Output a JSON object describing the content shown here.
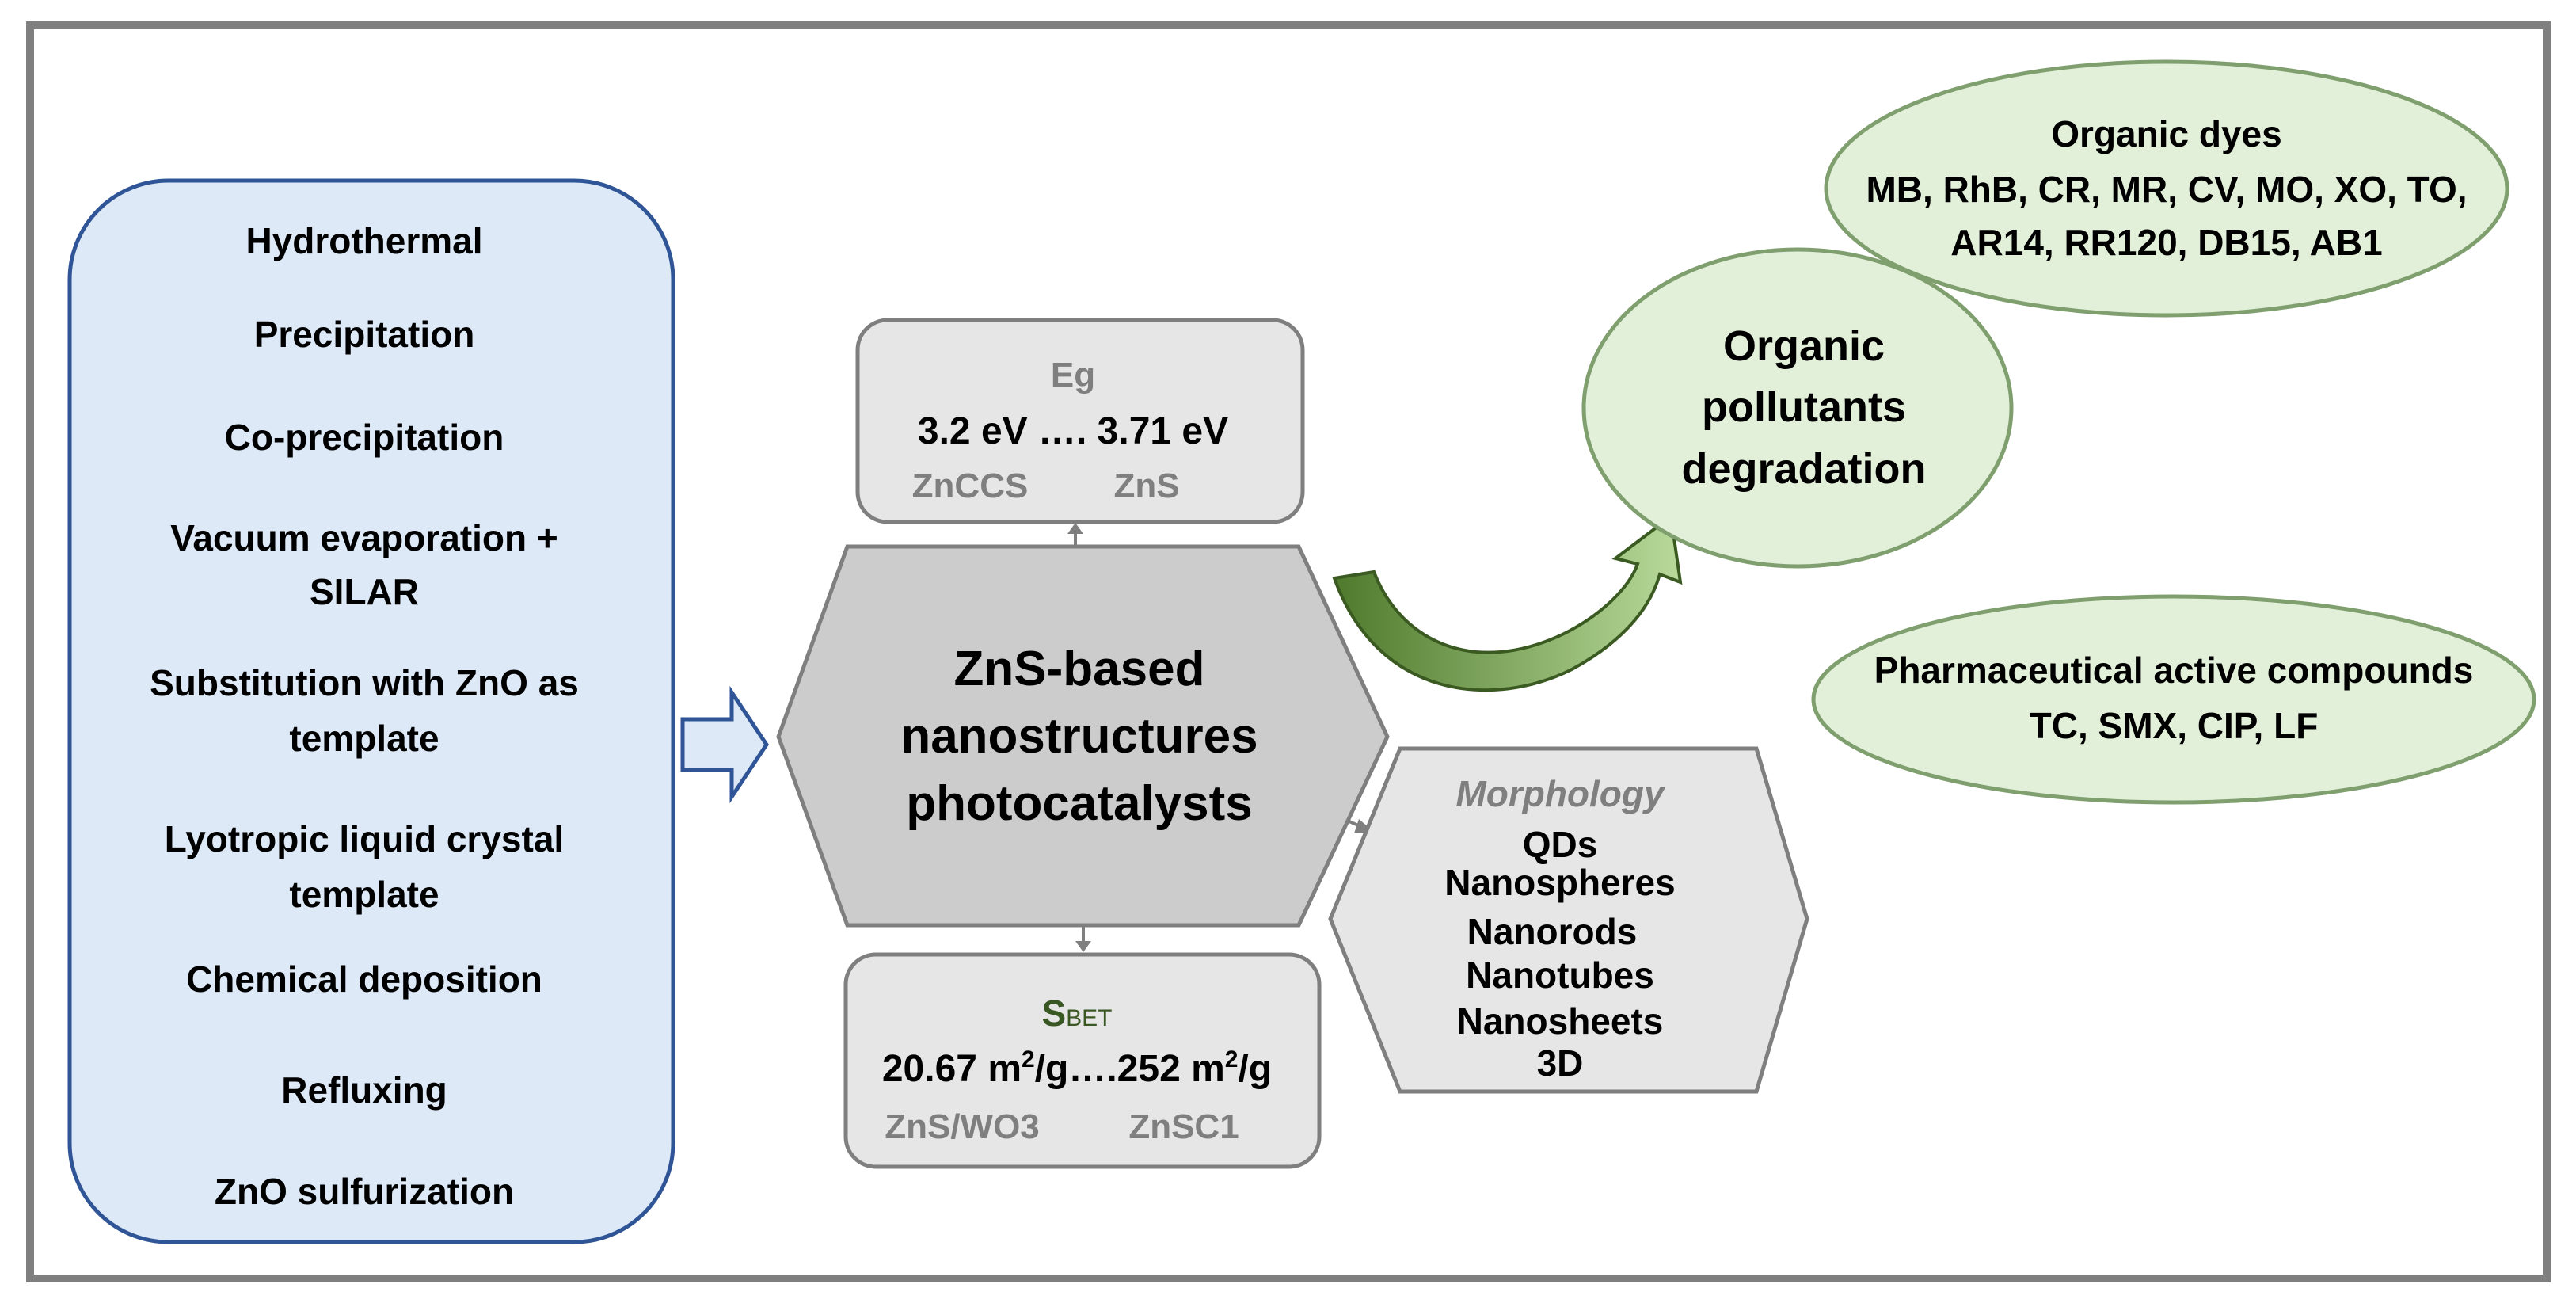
{
  "methods": {
    "items": [
      [
        "Hydrothermal"
      ],
      [
        "Precipitation"
      ],
      [
        "Co-precipitation"
      ],
      [
        "Vacuum evaporation +",
        "SILAR"
      ],
      [
        "Substitution  with ZnO as",
        "template"
      ],
      [
        "Lyotropic liquid crystal",
        "template"
      ],
      [
        "Chemical deposition"
      ],
      [
        "Refluxing"
      ],
      [
        "ZnO sulfurization"
      ]
    ]
  },
  "center": {
    "lines": [
      "ZnS-based",
      "nanostructures",
      "photocatalysts"
    ]
  },
  "eg": {
    "label": "Eg",
    "range": "3.2 eV …. 3.71 eV",
    "low_material": "ZnCCS",
    "high_material": "ZnS"
  },
  "sbet": {
    "label_main": "S",
    "label_sub": "BET",
    "range_low": "20.67 m",
    "sup1": "2",
    "range_mid": "/g….252 m",
    "sup2": "2",
    "range_end": "/g",
    "low_material": "ZnS/WO3",
    "high_material": "ZnSC1"
  },
  "morphology": {
    "label": "Morphology",
    "items": [
      "QDs",
      "Nanospheres",
      "Nanorods",
      "Nanotubes",
      "Nanosheets",
      "3D"
    ]
  },
  "pollutants": {
    "lines": [
      "Organic",
      "pollutants",
      "degradation"
    ]
  },
  "dyes": {
    "title": "Organic dyes",
    "lines": [
      "MB, RhB, CR, MR, CV, MO, XO, TO,",
      "AR14, RR120, DB15, AB1"
    ]
  },
  "pharma": {
    "title": "Pharmaceutical  active compounds",
    "line": "TC, SMX, CIP, LF"
  },
  "colors": {
    "frame": "#7f7f7f",
    "methods_fill": "#dde9f6",
    "methods_stroke": "#2f5597",
    "box_fill": "#e6e6e6",
    "box_stroke": "#7f7f7f",
    "hex_fill": "#cccccc",
    "green_fill": "#e2efd9",
    "green_stroke": "#7f9f6e",
    "text": "#000000",
    "gray_text": "#7f7f7f",
    "sbet_label": "#385723"
  }
}
